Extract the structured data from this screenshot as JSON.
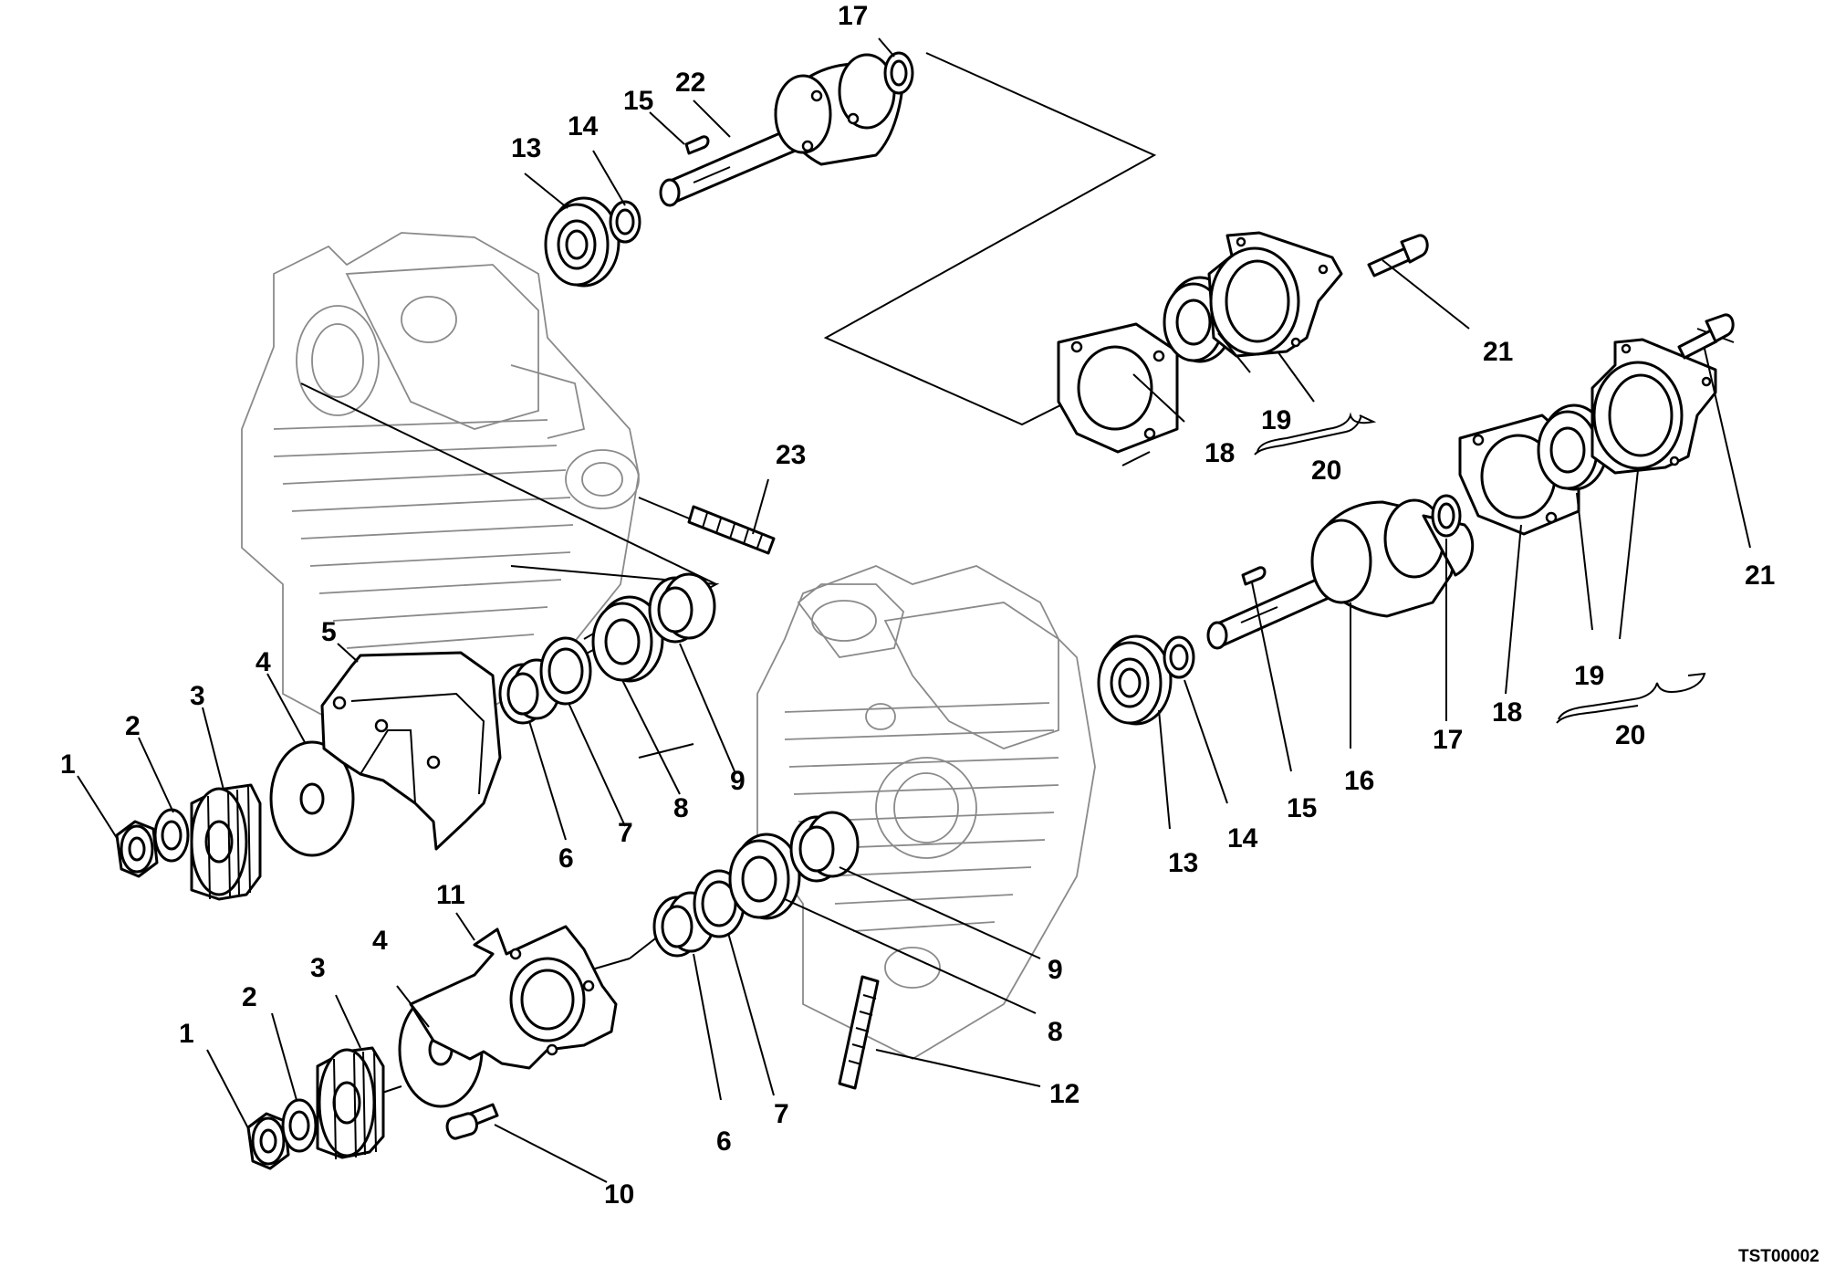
{
  "drawing_code": "TST00002",
  "callouts": [
    {
      "id": "c1a",
      "text": "1"
    },
    {
      "id": "c2a",
      "text": "2"
    },
    {
      "id": "c3a",
      "text": "3"
    },
    {
      "id": "c4a",
      "text": "4"
    },
    {
      "id": "c5",
      "text": "5"
    },
    {
      "id": "c6a",
      "text": "6"
    },
    {
      "id": "c7a",
      "text": "7"
    },
    {
      "id": "c8a",
      "text": "8"
    },
    {
      "id": "c9a",
      "text": "9"
    },
    {
      "id": "c13a",
      "text": "13"
    },
    {
      "id": "c14a",
      "text": "14"
    },
    {
      "id": "c15a",
      "text": "15"
    },
    {
      "id": "c17a",
      "text": "17"
    },
    {
      "id": "c22",
      "text": "22"
    },
    {
      "id": "c23",
      "text": "23"
    },
    {
      "id": "c18a",
      "text": "18"
    },
    {
      "id": "c19a",
      "text": "19"
    },
    {
      "id": "c20a",
      "text": "20"
    },
    {
      "id": "c21a",
      "text": "21"
    },
    {
      "id": "c13b",
      "text": "13"
    },
    {
      "id": "c14b",
      "text": "14"
    },
    {
      "id": "c15b",
      "text": "15"
    },
    {
      "id": "c16",
      "text": "16"
    },
    {
      "id": "c17b",
      "text": "17"
    },
    {
      "id": "c18b",
      "text": "18"
    },
    {
      "id": "c19b",
      "text": "19"
    },
    {
      "id": "c20b",
      "text": "20"
    },
    {
      "id": "c21b",
      "text": "21"
    },
    {
      "id": "c9b",
      "text": "9"
    },
    {
      "id": "c8b",
      "text": "8"
    },
    {
      "id": "c11",
      "text": "11"
    },
    {
      "id": "c1b",
      "text": "1"
    },
    {
      "id": "c2b",
      "text": "2"
    },
    {
      "id": "c3b",
      "text": "3"
    },
    {
      "id": "c4b",
      "text": "4"
    },
    {
      "id": "c6b",
      "text": "6"
    },
    {
      "id": "c7b",
      "text": "7"
    },
    {
      "id": "c10",
      "text": "10"
    },
    {
      "id": "c12",
      "text": "12"
    }
  ]
}
